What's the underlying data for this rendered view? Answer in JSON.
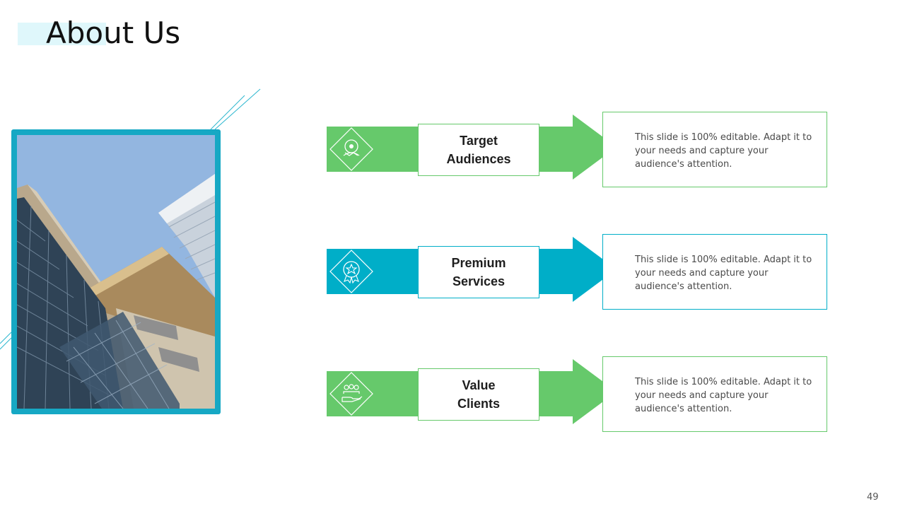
{
  "slide": {
    "title": "About Us",
    "page_number": "49",
    "colors": {
      "green": "#66c96b",
      "teal": "#00aec8",
      "frame": "#16a8c4",
      "title_accent": "#dff7fb"
    }
  },
  "photo": {
    "description_icon": "building-photo"
  },
  "items": [
    {
      "label": "Target\nAudiences",
      "description": "This slide is 100% editable. Adapt it to your needs and capture your audience's attention.",
      "icon": "target-audience-icon",
      "color": "#66c96b"
    },
    {
      "label": "Premium\nServices",
      "description": "This slide is 100% editable. Adapt it to your needs and capture your audience's attention.",
      "icon": "premium-badge-icon",
      "color": "#00aec8"
    },
    {
      "label": "Value\nClients",
      "description": "This slide is 100% editable. Adapt it to your needs and capture your audience's attention.",
      "icon": "clients-hand-icon",
      "color": "#66c96b"
    }
  ]
}
